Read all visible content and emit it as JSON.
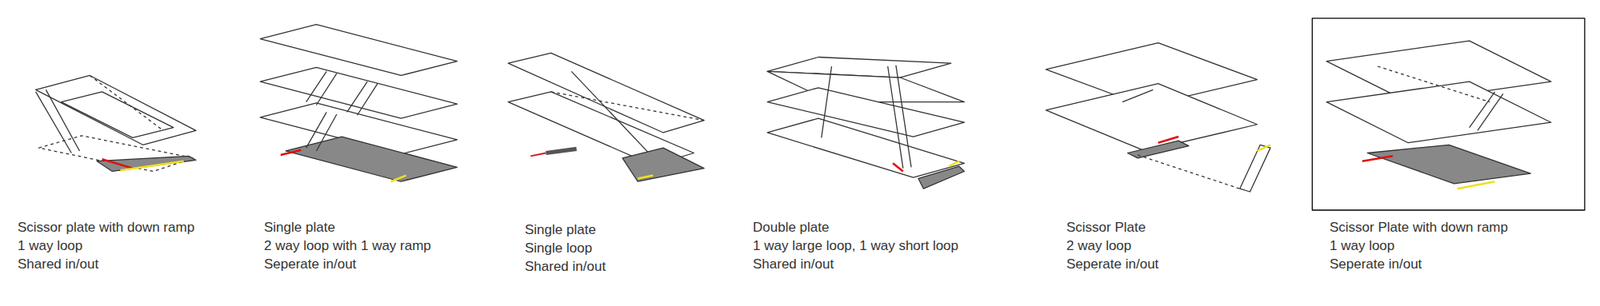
{
  "diagram": {
    "labels": [
      "Scissor plate with down ramp",
      "1 way loop",
      "Shared in/out",
      "Single plate",
      "2 way loop with 1 way ramp",
      "Seperate in/out",
      "Single plate",
      "Single loop",
      "Shared in/out",
      "Double plate",
      "1 way large loop, 1 way short loop",
      "Shared in/out",
      "Scissor Plate",
      "2 way loop",
      "Seperate in/out",
      "Scissor Plate with down ramp",
      "1 way loop",
      "Seperate in/out"
    ]
  }
}
